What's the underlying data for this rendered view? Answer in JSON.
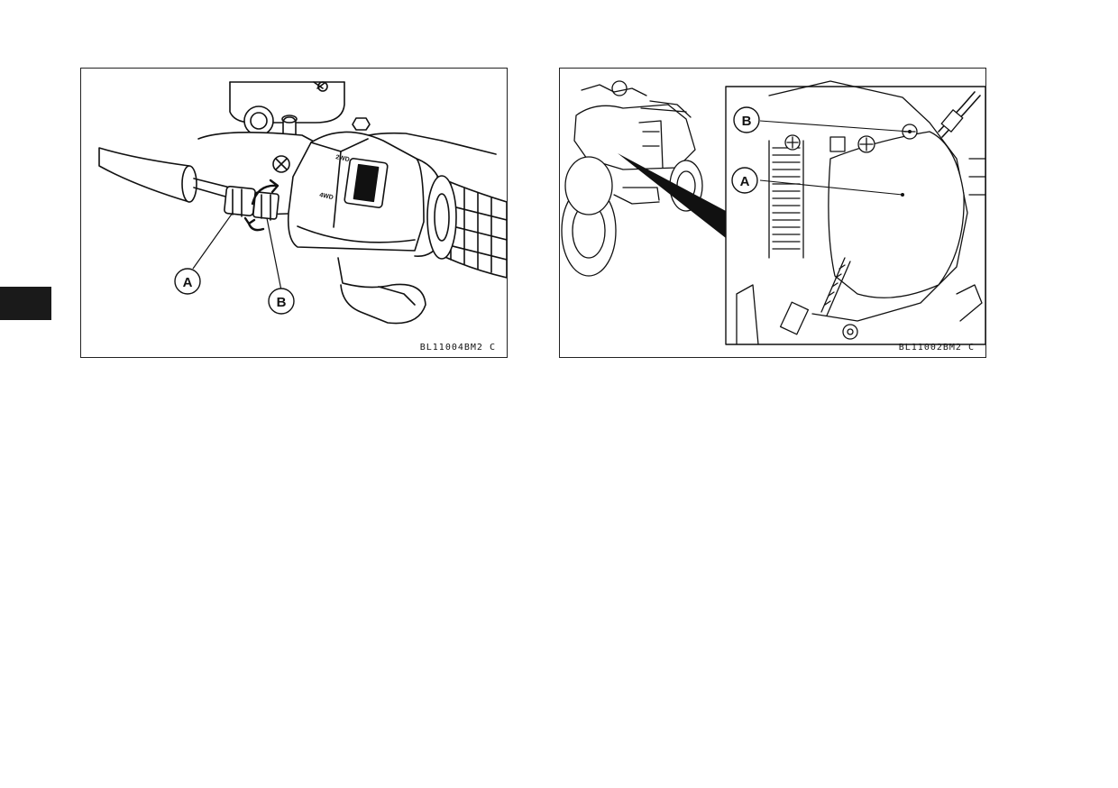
{
  "page": {
    "figures": [
      {
        "code": "BL11004BM2 C",
        "callouts": [
          "A",
          "B"
        ],
        "decals": [
          "2WD",
          "4WD"
        ]
      },
      {
        "code": "BL11002BM2 C",
        "callouts": [
          "B",
          "A"
        ]
      }
    ]
  }
}
